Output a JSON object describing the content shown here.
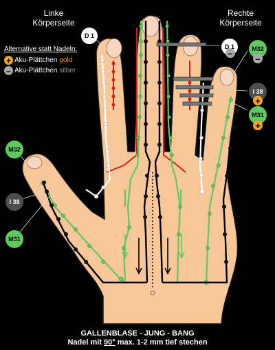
{
  "header": {
    "left_line1": "Linke",
    "left_line2": "Körperseite",
    "right_line1": "Rechte",
    "right_line2": "Körperseite"
  },
  "legend": {
    "title": "Alternative statt Nadeln:",
    "gold_label": "Aku-Plättchen",
    "gold_word": "gold",
    "silver_label": "Aku-Plättchen",
    "silver_word": "silber",
    "plus_symbol": "+",
    "minus_symbol": "–"
  },
  "points": {
    "d1_left": "D 1",
    "d1_right": "D 1",
    "m32_right": "M32",
    "i38_right": "I 38",
    "m31_right": "M31",
    "m32_left": "M32",
    "i38_left": "I 38",
    "m31_left": "M31"
  },
  "footer": {
    "title": "GALLENBLASE - JUNG - BANG",
    "line2_prefix": "Nadel mit ",
    "line2_angle": "90°",
    "line2_suffix": " max. 1-2 mm tief stechen"
  },
  "colors": {
    "background": "#000000",
    "skin": "#f7c79a",
    "skin_outline": "#1a1a1a",
    "green": "#5fc95f",
    "red": "#e21b1b",
    "white": "#ffffff",
    "black": "#000000",
    "gold": "#f2a623",
    "silver": "#a8a8a8"
  }
}
